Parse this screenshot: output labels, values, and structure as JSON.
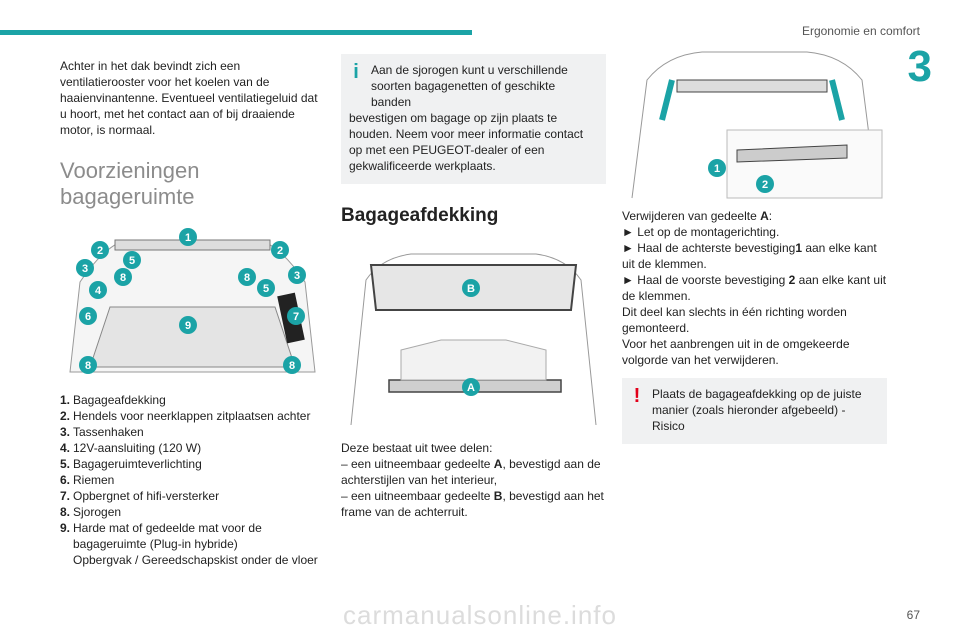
{
  "header": {
    "section_title": "Ergonomie en comfort",
    "chapter_number": "3",
    "accent_color": "#1ba3a6"
  },
  "col1": {
    "intro_paragraph": "Achter in het dak bevindt zich een ventilatierooster voor het koelen van de haaienvinantenne. Eventueel ventilatiegeluid dat u hoort, met het contact aan of bij draaiende motor, is normaal.",
    "heading": "Voorzieningen bagageruimte",
    "legend": [
      {
        "num": "1.",
        "text": "Bagageafdekking"
      },
      {
        "num": "2.",
        "text": "Hendels voor neerklappen zitplaatsen achter"
      },
      {
        "num": "3.",
        "text": "Tassenhaken"
      },
      {
        "num": "4.",
        "text": "12V-aansluiting (120 W)"
      },
      {
        "num": "5.",
        "text": "Bagageruimteverlichting"
      },
      {
        "num": "6.",
        "text": "Riemen"
      },
      {
        "num": "7.",
        "text": "Opbergnet of hifi-versterker"
      },
      {
        "num": "8.",
        "text": "Sjorogen"
      },
      {
        "num": "9.",
        "text": "Harde mat of gedeelde mat voor de bagageruimte (Plug-in hybride)"
      }
    ],
    "legend_extra": "Opbergvak / Gereedschapskist onder de vloer",
    "figure_labels": [
      "1",
      "2",
      "2",
      "3",
      "3",
      "4",
      "5",
      "5",
      "6",
      "7",
      "8",
      "8",
      "8",
      "8",
      "9"
    ]
  },
  "col2": {
    "info_note": "Aan de sjorogen kunt u verschillende soorten bagagenetten of geschikte banden bevestigen om bagage op zijn plaats te houden. Neem voor meer informatie contact op met een PEUGEOT-dealer of een gekwalificeerde werkplaats.",
    "info_note_first": "Aan de sjorogen kunt u verschillende soorten bagagenetten of geschikte banden",
    "info_note_rest": "bevestigen om bagage op zijn plaats te houden. Neem voor meer informatie contact op met een PEUGEOT-dealer of een gekwalificeerde werkplaats.",
    "heading": "Bagageafdekking",
    "figure_labels": [
      "B",
      "A"
    ],
    "desc_intro": "Deze bestaat uit twee delen:",
    "desc_a_pre": "– een uitneembaar gedeelte",
    "desc_a_bold": "A",
    "desc_a_post": ", bevestigd aan de achterstijlen van het interieur,",
    "desc_b_pre": "– een uitneembaar gedeelte",
    "desc_b_bold": "B",
    "desc_b_post": ", bevestigd aan het frame van de achterruit."
  },
  "col3": {
    "figure_labels": [
      "1",
      "2"
    ],
    "removal_intro_pre": "Verwijderen van gedeelte",
    "removal_intro_bold": "A",
    "removal_intro_post": ":",
    "step1": "► Let op de montagerichting.",
    "step2_pre": "► Haal de achterste bevestiging",
    "step2_bold": "1",
    "step2_post": " aan elke kant uit de klemmen.",
    "step3_pre": "► Haal de voorste bevestiging",
    "step3_bold": "2",
    "step3_post": " aan elke kant uit de klemmen.",
    "line_one_direction": "Dit deel kan slechts in één richting worden gemonteerd.",
    "line_reinstall": "Voor het aanbrengen uit in de omgekeerde volgorde van het verwijderen.",
    "warning_note": "Plaats de bagageafdekking op de juiste manier (zoals hieronder afgebeeld) - Risico",
    "warning_color": "#e2001a"
  },
  "footer": {
    "page_number": "67",
    "watermark": "carmanualsonline.info"
  }
}
